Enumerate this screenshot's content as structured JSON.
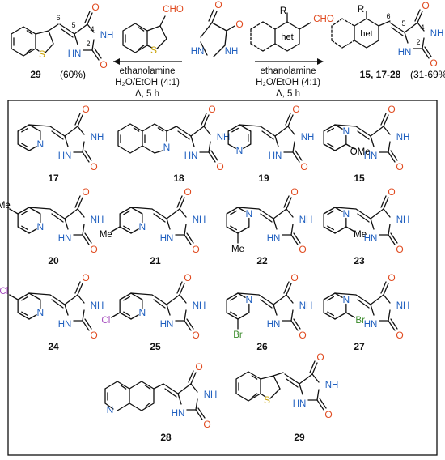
{
  "atoms": {
    "N": "N",
    "NH": "NH",
    "HN": "HN",
    "O": "O",
    "S": "S",
    "Cl": "Cl",
    "Br": "Br",
    "Me": "Me",
    "OMe": "OMe",
    "CHO": "CHO",
    "het": "het",
    "R": "R"
  },
  "ring_numbers": {
    "n2": "2",
    "n4": "4",
    "n5": "5",
    "n6": "6"
  },
  "conditions": {
    "left": {
      "line1": "ethanolamine",
      "line2": "H₂O/EtOH (4:1)",
      "line3": "Δ, 5 h"
    },
    "right": {
      "line1": "ethanolamine",
      "line2": "H₂O/EtOH (4:1)",
      "line3": "Δ, 5 h"
    }
  },
  "products": {
    "left": {
      "label": "29",
      "yield": "(60%)"
    },
    "right": {
      "label": "15, 17-28",
      "yield": "(31-69%)"
    }
  },
  "compounds": [
    {
      "label": "17"
    },
    {
      "label": "18"
    },
    {
      "label": "19"
    },
    {
      "label": "15"
    },
    {
      "label": "20"
    },
    {
      "label": "21"
    },
    {
      "label": "22"
    },
    {
      "label": "23"
    },
    {
      "label": "24"
    },
    {
      "label": "25"
    },
    {
      "label": "26"
    },
    {
      "label": "27"
    },
    {
      "label": "28"
    },
    {
      "label": "29"
    }
  ],
  "colors": {
    "nitrogen": "#1f5fbf",
    "oxygen": "#e04a1f",
    "sulfur": "#c8a100",
    "chlorine": "#a64fbf",
    "bromine": "#3a8a2a"
  }
}
